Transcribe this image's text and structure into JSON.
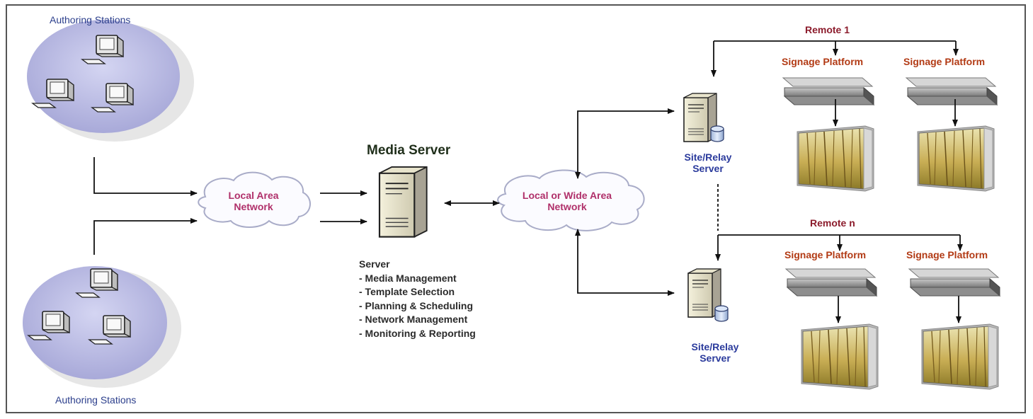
{
  "authoring": {
    "top_label": "Authoring Stations",
    "bottom_label": "Authoring Stations"
  },
  "lan": {
    "line1": "Local Area",
    "line2": "Network"
  },
  "wan": {
    "line1": "Local or Wide Area",
    "line2": "Network"
  },
  "media_server": {
    "title": "Media Server",
    "list_heading": "Server",
    "features": [
      "- Media Management",
      "- Template Selection",
      "- Planning & Scheduling",
      "- Network Management",
      "- Monitoring & Reporting"
    ]
  },
  "remote_1": {
    "label": "Remote 1",
    "relay_line1": "Site/Relay",
    "relay_line2": "Server",
    "platform_left": "Signage Platform",
    "platform_right": "Signage Platform"
  },
  "remote_n": {
    "label": "Remote n",
    "relay_line1": "Site/Relay",
    "relay_line2": "Server",
    "platform_left": "Signage Platform",
    "platform_right": "Signage Platform"
  },
  "colors": {
    "station_disc": "#b8b9e2",
    "cloud_text": "#b0306a",
    "remote_label": "#8c1c2c",
    "platform_label": "#b23a14",
    "relay_label": "#2a3a9c",
    "station_label": "#2c3f8c"
  }
}
